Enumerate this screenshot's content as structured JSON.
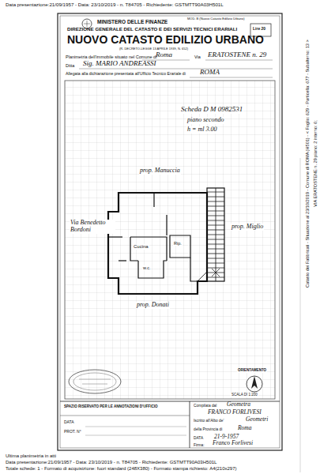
{
  "diagram": {
    "labels": [
      "Data presentazione:21/09/1957 - Data: 23/10/2019 - n. T84705 - Richiedente: GSTMTT90A03H501L",
      "MINISTERO DELLE FINANZE",
      "DIREZIONE GENERALE DEL CATASTO E DEI SERVIZI TECNICI ERARIALI",
      "NUOVO CATASTO EDILIZIO URBANO",
      "(R. DECRETO-LEGGE 13 APRILE 1939, N. 652)",
      "MOD. B (Nuovo Catasto Edilizio Urbano)",
      "Lire 20",
      "Planimetria dell'immobile situato nel Comune di",
      "Roma",
      "Via",
      "ERATOSTENE n. 29",
      "Ditta",
      "Sig. MARIO ANDREASSI",
      "Allegata alla dichiarazione presentata all'Ufficio Tecnico Erariale di",
      "ROMA",
      "Scheda D M 0982531",
      "piano secondo",
      "h = ml 3.00",
      "prop. Manuccia",
      "Via Benedetto Bordoni",
      "prop. Miglio",
      "Cucina",
      "Rip.",
      "w.c.",
      "prop. Donati",
      "ORIENTAMENTO",
      "SCALA DI 1:200",
      "SPAZIO RISERVATO PER LE ANNOTAZIONI D'UFFICIO",
      "DATA",
      "PROT. N°",
      "Compilata dal",
      "Geometra",
      "FRANCO FORLIVESI",
      "Iscritto all'Albo de'",
      "Geometri",
      "della Provincia di",
      "Roma",
      "DATA",
      "21-9-1957",
      "Firma:",
      "Franco Forlivesi",
      "Ultima planimetria in atti",
      "Data presentazione:21/09/1957 - Data: 23/10/2019 - n. T84705 - Richiedente: GSTMTT90A03H501L",
      "Totale schede: 1 - Formato di acquisizione: fuori standard (248X380) - Formato stampa richiesto: A4(210x297)",
      "Catasto dei Fabbricati - Situazione al 23/10/2019 - Comune di ROMA (H501) - < Foglio: 629 - Particella: 677 - Subalterno: 13 >",
      "VIA ERATOSTENE n. 29 piano: 2 interno: 6;"
    ]
  }
}
